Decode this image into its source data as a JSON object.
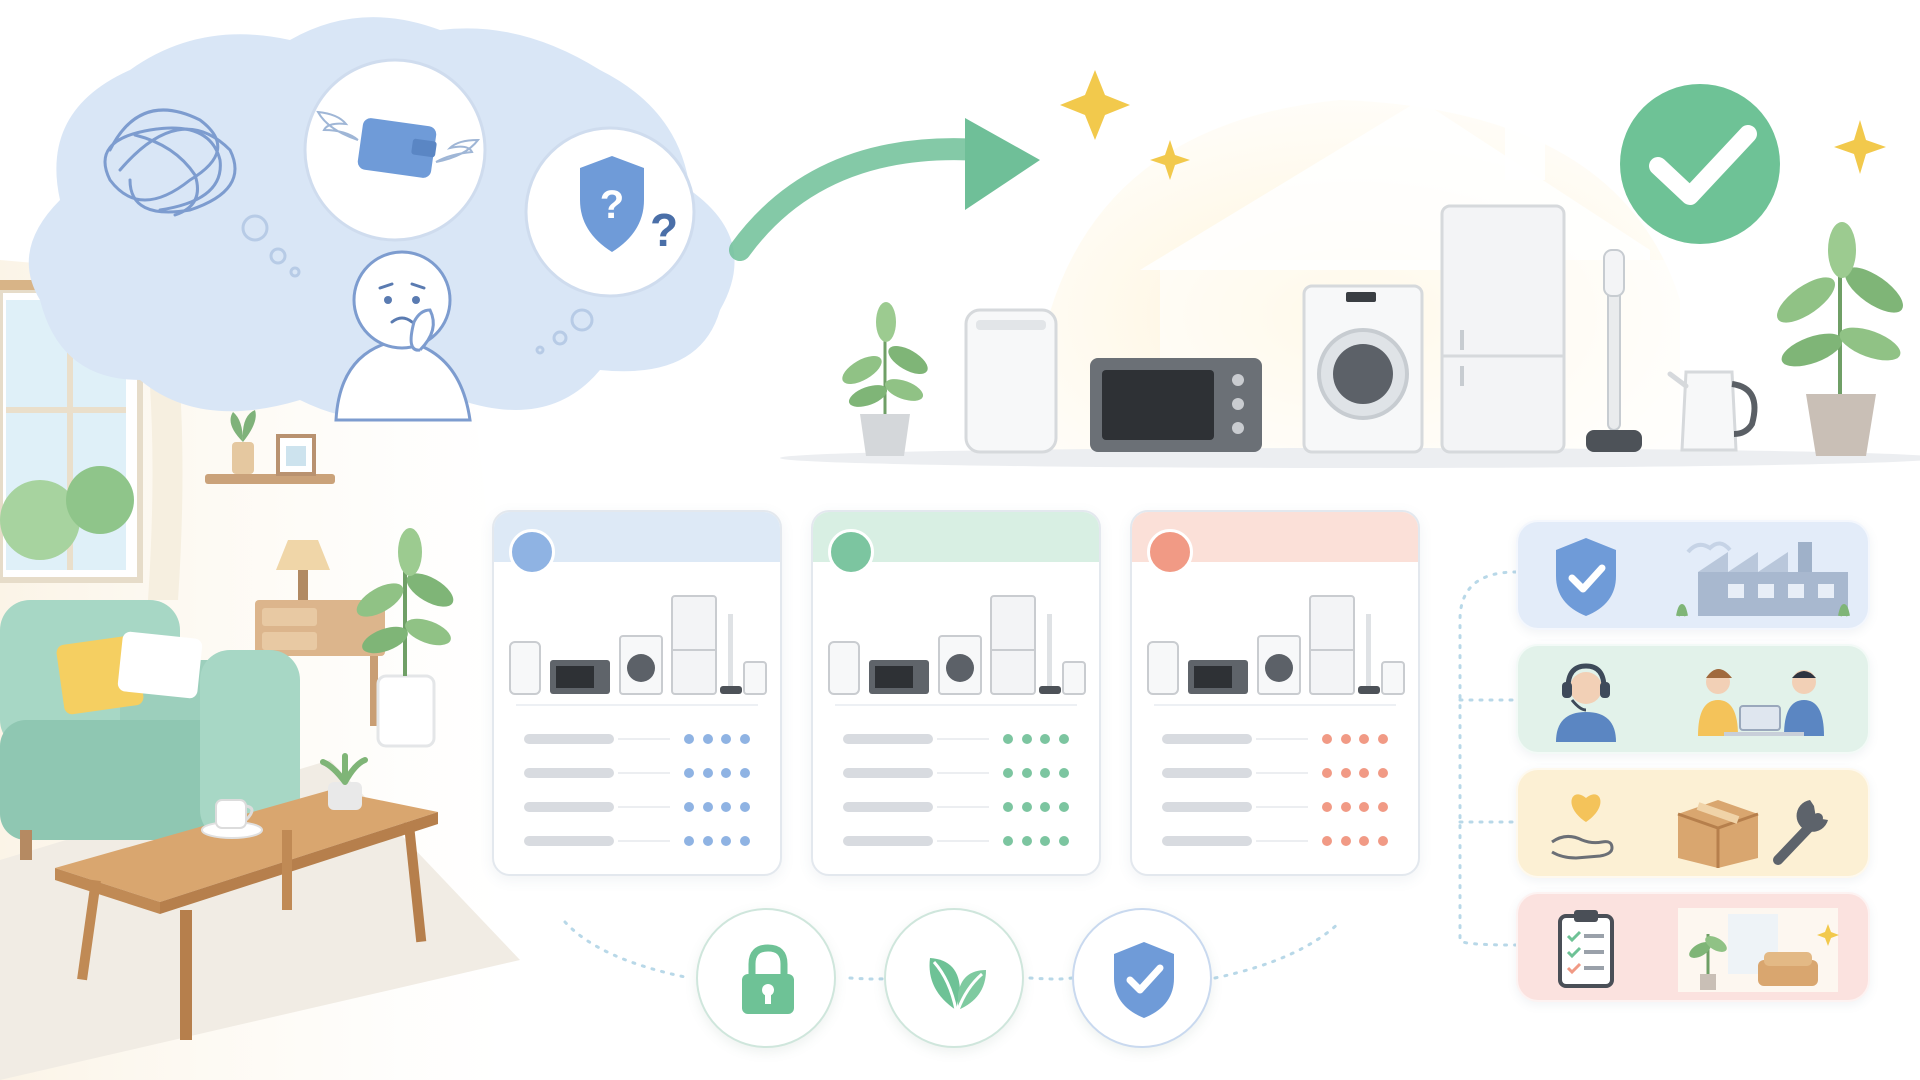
{
  "scene": {
    "thoughts": [
      {
        "label": "scribble-icon"
      },
      {
        "label": "flying-wallet-icon"
      },
      {
        "label": "shield-question-icon"
      }
    ],
    "person": "worried-person-icon",
    "appliances": [
      "air-purifier",
      "microwave",
      "washing-machine",
      "refrigerator",
      "stick-vacuum",
      "kettle"
    ]
  },
  "plans": [
    {
      "accent": "#8fb3e3",
      "header": "#dde9f6",
      "rows": 4,
      "level": 4
    },
    {
      "accent": "#7cc5a0",
      "header": "#d8efe3",
      "rows": 4,
      "level": 4
    },
    {
      "accent": "#f19a85",
      "header": "#fbe0d8",
      "rows": 4,
      "level": 4
    }
  ],
  "services": [
    {
      "bg": "#e3ecf9",
      "icon": "shield-check-icon",
      "picture": "factory-icon"
    },
    {
      "bg": "#e2f2ea",
      "icon": "headset-support-icon",
      "picture": "consultation-icon"
    },
    {
      "bg": "#fcf0d4",
      "icon": "heart-hand-icon",
      "picture": "box-wrench-icon"
    },
    {
      "bg": "#fbe2df",
      "icon": "checklist-icon",
      "picture": "room-icon"
    }
  ],
  "features": [
    "lock-icon",
    "leaf-icon",
    "shield-check-icon"
  ],
  "colors": {
    "cloud": "#d9e6f6",
    "arrow": "#6fbf98",
    "check": "#6ec296",
    "sparkle": "#f2c94c",
    "sofa": "#a7d7c5",
    "wood": "#d2a06b"
  }
}
